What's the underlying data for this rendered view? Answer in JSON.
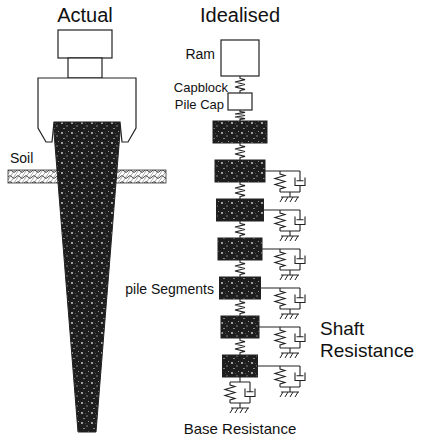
{
  "diagram": {
    "labels": [
      "Actual",
      "Idealised",
      "Ram",
      "Capblock",
      "Pile Cap",
      "Soil",
      "pile Segments",
      "Shaft Resistance",
      "Base Resistance"
    ]
  }
}
